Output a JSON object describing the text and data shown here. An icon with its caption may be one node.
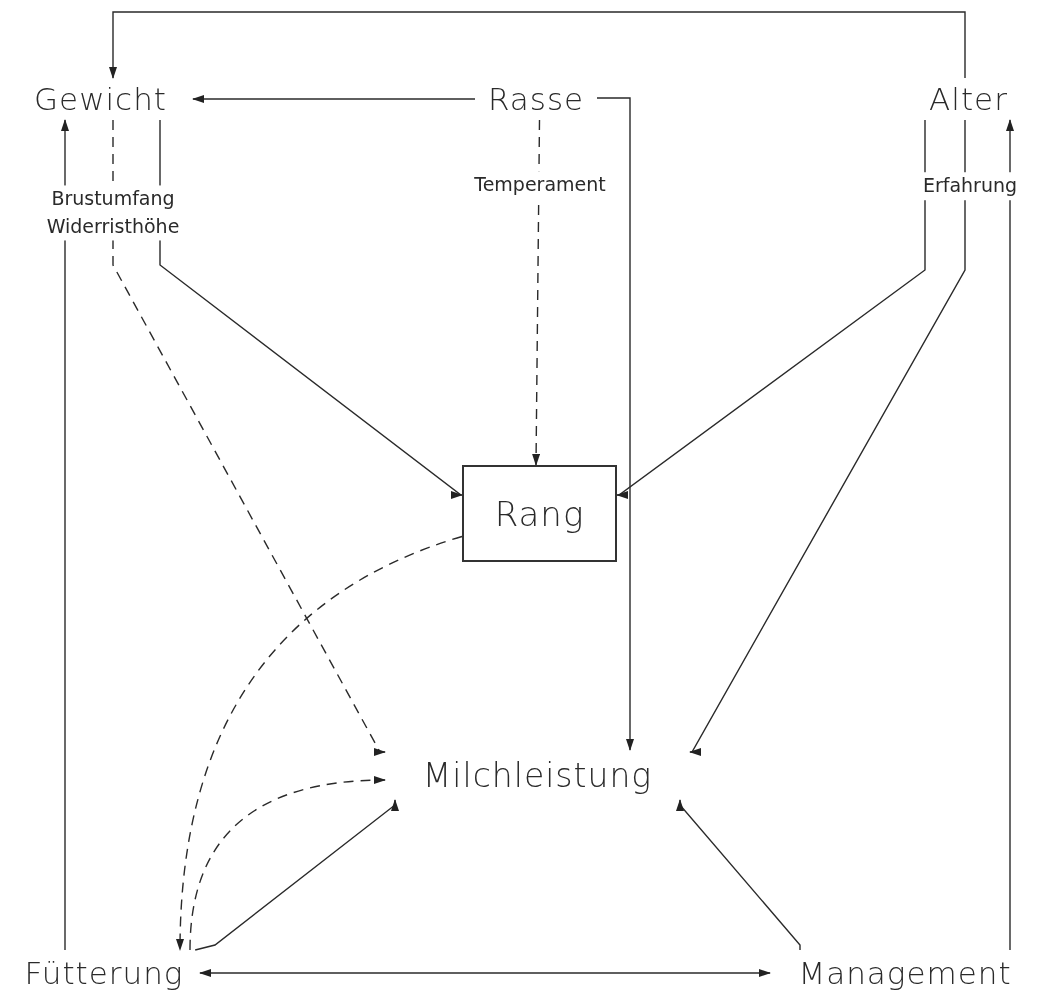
{
  "diagram": {
    "nodes": [
      {
        "text": [
          "Gewicht"
        ]
      },
      {
        "text": [
          "Rasse"
        ]
      },
      {
        "text": [
          "Alter"
        ]
      },
      {
        "text": [
          "Rang"
        ]
      },
      {
        "text": [
          "Milchleistung"
        ]
      },
      {
        "text": [
          "Fütterung"
        ]
      },
      {
        "text": [
          "Management"
        ]
      }
    ],
    "edges": [
      {
        "from": 2,
        "to": 0,
        "arrow": "to"
      },
      {
        "from": 1,
        "to": 0,
        "arrow": "to"
      },
      {
        "from": 0,
        "to": 3,
        "arrow": "to"
      },
      {
        "from": 0,
        "to": 4,
        "arrow": "to",
        "style": "dashed",
        "label": "Brustumfang Widerristhöhe"
      },
      {
        "from": 1,
        "to": 3,
        "arrow": "to",
        "style": "dashed",
        "label": "Temperament"
      },
      {
        "from": 1,
        "to": 4,
        "arrow": "to"
      },
      {
        "from": 2,
        "to": 3,
        "arrow": "to"
      },
      {
        "from": 2,
        "to": 4,
        "arrow": "to",
        "label": "Erfahrung"
      },
      {
        "from": 3,
        "to": 5,
        "arrow": "to",
        "style": "dashed"
      },
      {
        "from": 5,
        "to": 4,
        "arrow": "to",
        "style": "dashed"
      },
      {
        "from": 5,
        "to": 4,
        "arrow": "to"
      },
      {
        "from": 6,
        "to": 4,
        "arrow": "to"
      },
      {
        "from": 5,
        "to": 6,
        "arrow": "both"
      },
      {
        "from": 5,
        "to": 0,
        "arrow": "to"
      },
      {
        "from": 6,
        "to": 2,
        "arrow": "to"
      }
    ]
  }
}
